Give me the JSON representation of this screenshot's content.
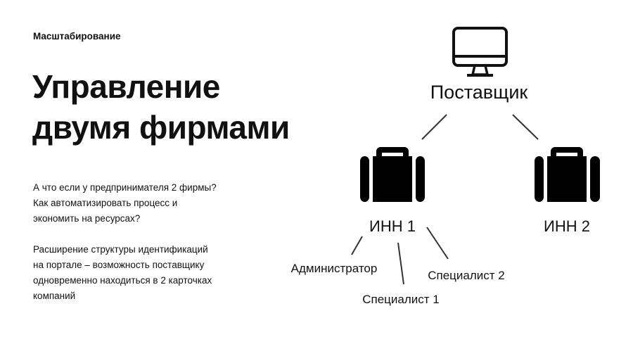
{
  "slide": {
    "kicker": "Масштабирование",
    "title_lines": [
      "Управление",
      "двумя фирмами"
    ],
    "paragraph1": [
      "А что если у предпринимателя 2 фирмы?",
      "Как автоматизировать процесс и",
      "экономить  на ресурсах?"
    ],
    "paragraph2": [
      "Расширение структуры идентификаций",
      "на портале – возможность поставщику",
      "одновременно находиться в 2 карточках",
      "компаний"
    ]
  },
  "diagram": {
    "root": {
      "label": "Поставщик",
      "icon": "monitor-icon"
    },
    "companies": [
      {
        "label": "ИНН 1",
        "icon": "briefcase-icon"
      },
      {
        "label": "ИНН 2",
        "icon": "briefcase-icon"
      }
    ],
    "roles": [
      "Администратор",
      "Специалист 1",
      "Специалист 2"
    ]
  }
}
